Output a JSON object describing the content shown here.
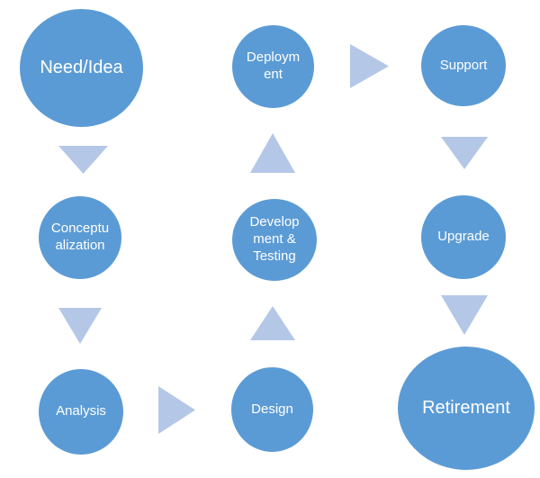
{
  "diagram": {
    "type": "cycle-flow",
    "description_visible": false
  },
  "colors": {
    "background": "#ffffff",
    "node_fill": "#5b9bd5",
    "node_text": "#ffffff",
    "arrow_fill": "#b4c7e7"
  },
  "nodes": [
    {
      "id": "need-idea",
      "label": "Need/Idea",
      "text": "Need/Idea",
      "size": "large"
    },
    {
      "id": "deployment",
      "label": "Deployment",
      "text": "Deploym\nent",
      "size": "small"
    },
    {
      "id": "support",
      "label": "Support",
      "text": "Support",
      "size": "small"
    },
    {
      "id": "conceptualization",
      "label": "Conceptualization",
      "text": "Conceptu\nalization",
      "size": "small"
    },
    {
      "id": "development-testing",
      "label": "Development & Testing",
      "text": "Develop\nment &\nTesting",
      "size": "small"
    },
    {
      "id": "upgrade",
      "label": "Upgrade",
      "text": "Upgrade",
      "size": "small"
    },
    {
      "id": "analysis",
      "label": "Analysis",
      "text": "Analysis",
      "size": "small"
    },
    {
      "id": "design",
      "label": "Design",
      "text": "Design",
      "size": "small"
    },
    {
      "id": "retirement",
      "label": "Retirement",
      "text": "Retirement",
      "size": "large"
    }
  ],
  "arrows": [
    {
      "from": "need-idea",
      "to": "conceptualization",
      "direction": "down"
    },
    {
      "from": "conceptualization",
      "to": "analysis",
      "direction": "down"
    },
    {
      "from": "analysis",
      "to": "design",
      "direction": "right"
    },
    {
      "from": "design",
      "to": "development-testing",
      "direction": "up"
    },
    {
      "from": "development-testing",
      "to": "deployment",
      "direction": "up"
    },
    {
      "from": "deployment",
      "to": "support",
      "direction": "right"
    },
    {
      "from": "support",
      "to": "upgrade",
      "direction": "down"
    },
    {
      "from": "upgrade",
      "to": "retirement",
      "direction": "down"
    }
  ]
}
